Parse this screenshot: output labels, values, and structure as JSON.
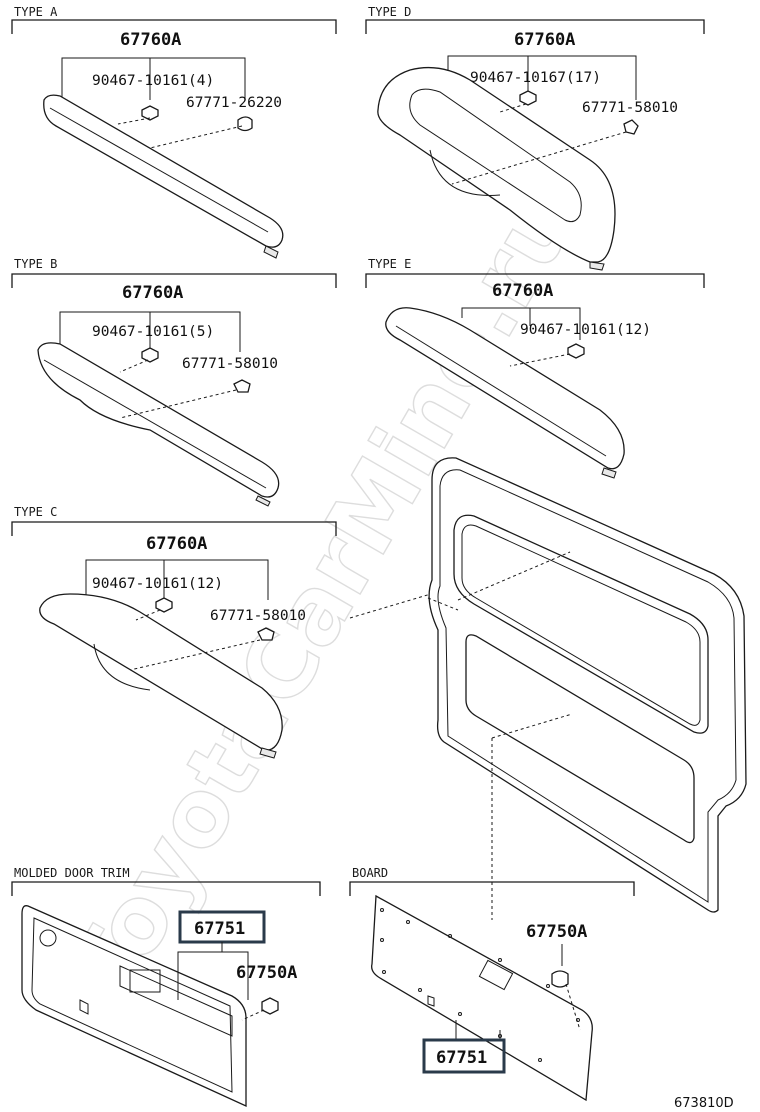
{
  "watermark": "ToyotaCarMine.ru",
  "diagram_code": "673810D",
  "sections": {
    "type_a": {
      "header": "TYPE A",
      "assembly": "67760A",
      "clip": "90467-10161(4)",
      "fastener": "67771-26220"
    },
    "type_b": {
      "header": "TYPE B",
      "assembly": "67760A",
      "clip": "90467-10161(5)",
      "fastener": "67771-58010"
    },
    "type_c": {
      "header": "TYPE C",
      "assembly": "67760A",
      "clip": "90467-10161(12)",
      "fastener": "67771-58010"
    },
    "type_d": {
      "header": "TYPE D",
      "assembly": "67760A",
      "clip": "90467-10167(17)",
      "fastener": "67771-58010"
    },
    "type_e": {
      "header": "TYPE E",
      "assembly": "67760A",
      "clip": "90467-10161(12)"
    },
    "molded": {
      "header": "MOLDED DOOR TRIM",
      "panel": "67751",
      "fastener": "67750A"
    },
    "board": {
      "header": "BOARD",
      "panel": "67751",
      "fastener": "67750A"
    }
  }
}
